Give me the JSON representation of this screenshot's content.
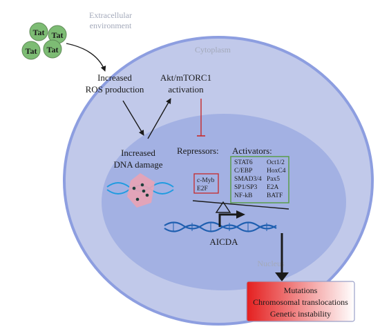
{
  "environment": {
    "extracellular_line1": "Extracellular",
    "extracellular_line2": "environment",
    "cytoplasm": "Cytoplasm",
    "nucleus": "Nucleus"
  },
  "tat_particles": [
    "Tat",
    "Tat",
    "Tat",
    "Tat"
  ],
  "process": {
    "ros_line1": "Increased",
    "ros_line2": "ROS production",
    "akt_line1": "Akt/mTORC1",
    "akt_line2": "activation",
    "dna_line1": "Increased",
    "dna_line2": "DNA damage"
  },
  "repressors": {
    "title": "Repressors:",
    "items": [
      "c-Myb",
      "E2F"
    ]
  },
  "activators": {
    "title": "Activators:",
    "col1": [
      "STAT6",
      "C/EBP",
      "SMAD3/4",
      "SP1/SP3",
      "NF-kB"
    ],
    "col2": [
      "Oct1/2",
      "HoxC4",
      "Pax5",
      "E2A",
      "BATF"
    ]
  },
  "gene": {
    "name": "AICDA"
  },
  "outcomes": {
    "items": [
      "Mutations",
      "Chromosomal translocations",
      "Genetic instability"
    ]
  },
  "colors": {
    "background": "#ffffff",
    "cell_fill": "#c1c9ea",
    "cell_border": "#8d9ee0",
    "nucleus_fill": "#a3b1e3",
    "tat_fill": "#7dbc74",
    "inhibit_line": "#c62828",
    "repressor_box": "#c62828",
    "activator_box": "#5e9e54",
    "dna": "#1f5fb0",
    "outcome_gradient_start": "#e41f1f",
    "outcome_gradient_end": "#ffffff"
  },
  "icons": [
    "tat-particle-icon",
    "dna-helix-icon",
    "damaged-dna-icon",
    "promoter-arrow-icon",
    "inhibition-bar-icon"
  ]
}
